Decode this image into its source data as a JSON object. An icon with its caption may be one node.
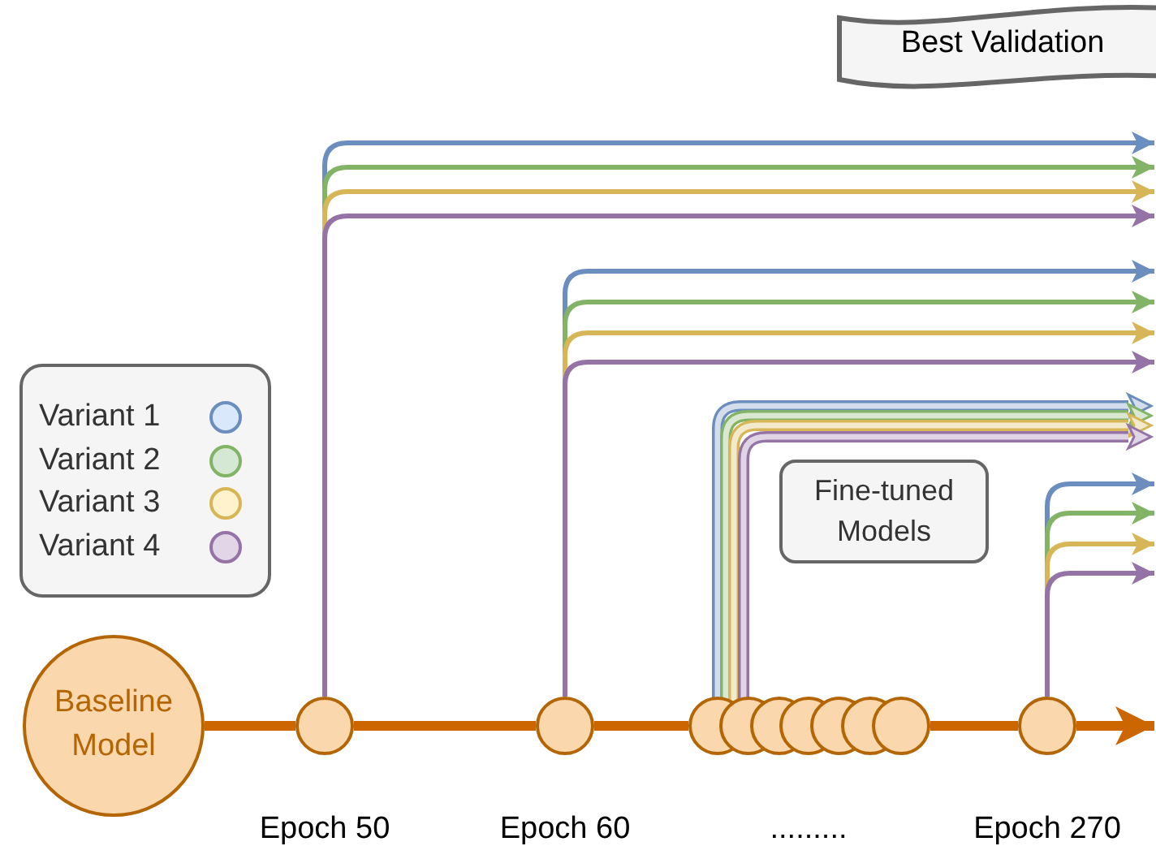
{
  "diagram": {
    "nodes": [
      {
        "text": [
          "Best Validation"
        ]
      },
      {
        "text": [
          "Fine-tuned Models"
        ]
      },
      {
        "text": [
          "Baseline Model"
        ]
      },
      {
        "text": [],
        "shape": "circle",
        "beside": [
          "Epoch 50"
        ]
      },
      {
        "text": [],
        "shape": "circle",
        "beside": [
          "Epoch 60"
        ]
      },
      {
        "text": [],
        "shape": "circle"
      },
      {
        "text": [],
        "shape": "circle"
      },
      {
        "text": [],
        "shape": "circle"
      },
      {
        "text": [],
        "shape": "circle",
        "beside": [
          "........."
        ]
      },
      {
        "text": [],
        "shape": "circle"
      },
      {
        "text": [],
        "shape": "circle"
      },
      {
        "text": [],
        "shape": "circle"
      },
      {
        "text": [],
        "shape": "circle",
        "beside": [
          "Epoch 270"
        ]
      }
    ],
    "edges": [
      {
        "from": 2,
        "to": 3,
        "arrow": "none",
        "style": "thick",
        "color": "#cc6600"
      },
      {
        "from": 3,
        "to": 4,
        "arrow": "none",
        "style": "thick",
        "color": "#cc6600"
      },
      {
        "from": 4,
        "to": 5,
        "arrow": "none",
        "style": "thick",
        "color": "#cc6600"
      },
      {
        "from": 11,
        "to": 12,
        "arrow": "none",
        "style": "thick",
        "color": "#cc6600"
      },
      {
        "from": 12,
        "to": null,
        "arrow": "to",
        "style": "thick",
        "color": "#cc6600"
      },
      {
        "from": 3,
        "to": null,
        "arrow": "to",
        "color": "#6c8ebf"
      },
      {
        "from": 3,
        "to": null,
        "arrow": "to",
        "color": "#82b366"
      },
      {
        "from": 3,
        "to": null,
        "arrow": "to",
        "color": "#d6b656"
      },
      {
        "from": 3,
        "to": null,
        "arrow": "to",
        "color": "#9673a6"
      },
      {
        "from": 4,
        "to": null,
        "arrow": "to",
        "color": "#6c8ebf"
      },
      {
        "from": 4,
        "to": null,
        "arrow": "to",
        "color": "#82b366"
      },
      {
        "from": 4,
        "to": null,
        "arrow": "to",
        "color": "#d6b656"
      },
      {
        "from": 4,
        "to": null,
        "arrow": "to",
        "color": "#9673a6"
      },
      {
        "from": 5,
        "to": null,
        "arrow": "to",
        "style": "thick",
        "color": "#6c8ebf"
      },
      {
        "from": 5,
        "to": null,
        "arrow": "to",
        "style": "thick",
        "color": "#82b366"
      },
      {
        "from": 5,
        "to": null,
        "arrow": "to",
        "style": "thick",
        "color": "#d6b656"
      },
      {
        "from": 5,
        "to": null,
        "arrow": "to",
        "style": "thick",
        "color": "#9673a6"
      },
      {
        "from": 12,
        "to": null,
        "arrow": "to",
        "color": "#6c8ebf"
      },
      {
        "from": 12,
        "to": null,
        "arrow": "to",
        "color": "#82b366"
      },
      {
        "from": 12,
        "to": null,
        "arrow": "to",
        "color": "#d6b656"
      },
      {
        "from": 12,
        "to": null,
        "arrow": "to",
        "color": "#9673a6"
      }
    ],
    "legend": [
      {
        "text": "Variant 1",
        "color": "#dae8fc"
      },
      {
        "text": "Variant 2",
        "color": "#d5e8d4"
      },
      {
        "text": "Variant 3",
        "color": "#fff2cc"
      },
      {
        "text": "Variant 4",
        "color": "#e1d5e7"
      }
    ]
  }
}
